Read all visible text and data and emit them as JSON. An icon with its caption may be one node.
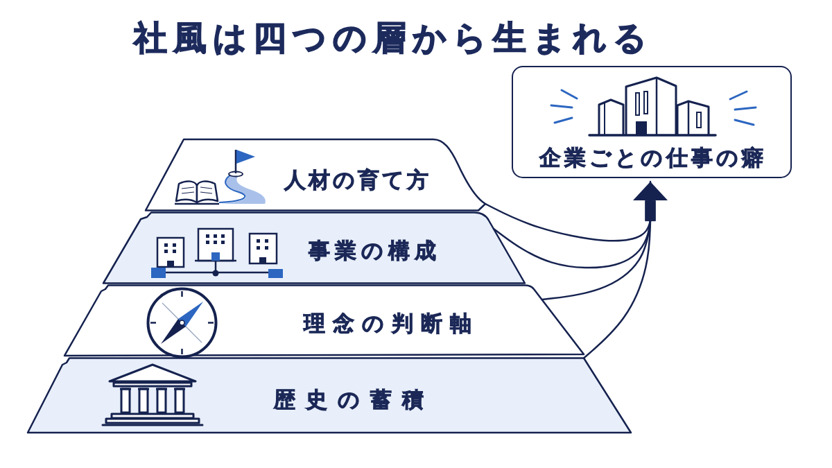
{
  "diagram": {
    "title": "社風は四つの層から生まれる",
    "nodes": [
      {
        "text": [
          "企業ごとの仕事の癖"
        ]
      },
      {
        "text": [
          "人材の育て方"
        ]
      },
      {
        "text": [
          "事業の構成"
        ]
      },
      {
        "text": [
          "理念の判断軸"
        ]
      },
      {
        "text": [
          "歴史の蓄積"
        ]
      }
    ],
    "edges": [
      {
        "from": 1,
        "to": 0,
        "arrow": "to"
      },
      {
        "from": 2,
        "to": 0,
        "arrow": "to"
      },
      {
        "from": 3,
        "to": 0,
        "arrow": "to"
      },
      {
        "from": 4,
        "to": 0,
        "arrow": "to"
      }
    ]
  }
}
